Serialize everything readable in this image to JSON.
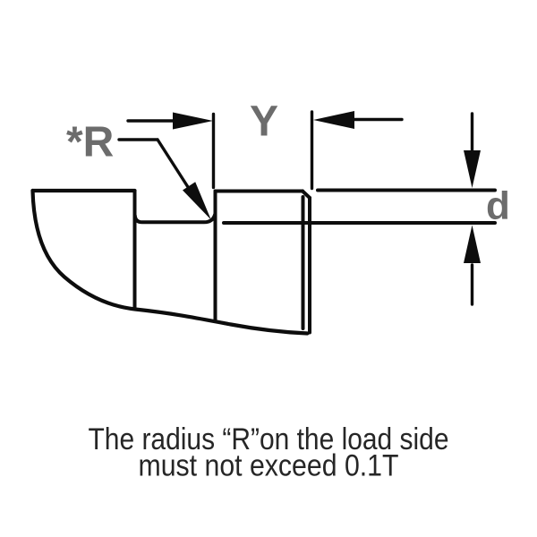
{
  "colors": {
    "line": "#0d0d0d",
    "label": "#6c6c6c",
    "caption": "#262626",
    "background": "#ffffff"
  },
  "diagram": {
    "type": "engineering-section-drawing",
    "labels": {
      "radius": "*R",
      "span": "Y",
      "thickness": "d"
    }
  },
  "caption": {
    "line1": "The radius “R”on the load side",
    "line2": "must not exceed 0.1T"
  }
}
